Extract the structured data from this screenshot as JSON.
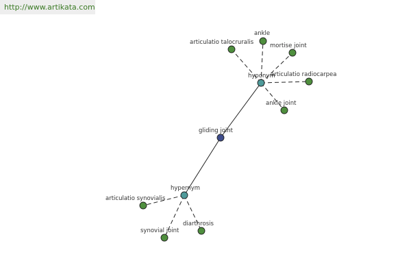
{
  "watermark": "http://www.artikata.com",
  "colors": {
    "center_node": "#3f4d8c",
    "relation_node": "#4f9a9a",
    "leaf_node": "#4f8f3e",
    "edge": "#222222"
  },
  "nodes": {
    "center": {
      "label": "gliding joint"
    },
    "hyponym": {
      "label": "hyponym"
    },
    "hypernym": {
      "label": "hypernym"
    },
    "ankle_top": {
      "label": "ankle"
    },
    "talocruralis": {
      "label": "articulatio talocruralis"
    },
    "mortise": {
      "label": "mortise joint"
    },
    "radiocarpea": {
      "label": "articulatio radiocarpea"
    },
    "ankle_joint": {
      "label": "ankle joint"
    },
    "synovialis": {
      "label": "articulatio synovialis"
    },
    "synovial_joint": {
      "label": "synovial joint"
    },
    "diarthrosis": {
      "label": "diarthrosis"
    }
  }
}
